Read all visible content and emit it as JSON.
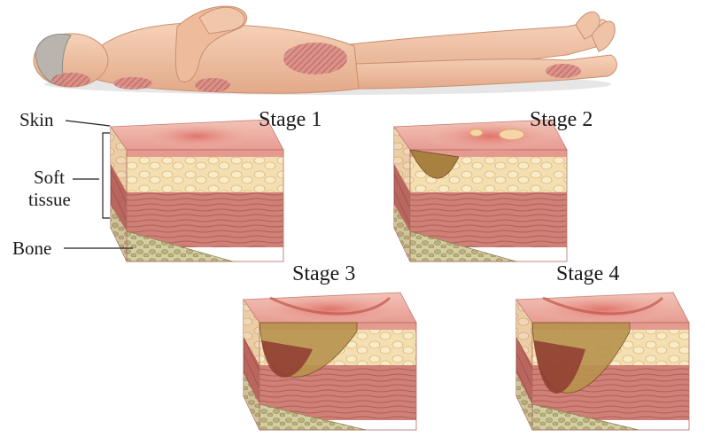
{
  "labels": {
    "skin": "Skin",
    "soft_tissue_line1": "Soft",
    "soft_tissue_line2": "tissue",
    "bone": "Bone"
  },
  "stages": [
    {
      "title": "Stage 1",
      "depth": 1
    },
    {
      "title": "Stage 2",
      "depth": 2
    },
    {
      "title": "Stage 3",
      "depth": 3
    },
    {
      "title": "Stage 4",
      "depth": 4
    }
  ],
  "colors": {
    "skin": "#f2c4a6",
    "skin_shadow": "#d99a78",
    "pressure_area": "#c96a6a",
    "epidermis": "#e9a9a0",
    "fat": "#f3dcae",
    "muscle": "#c97a74",
    "bone": "#cfc79a",
    "wound": "#a5493c",
    "slough": "#b8934e"
  },
  "icons": {
    "figure": "reclining-person-icon",
    "blister": "blister-icon"
  }
}
